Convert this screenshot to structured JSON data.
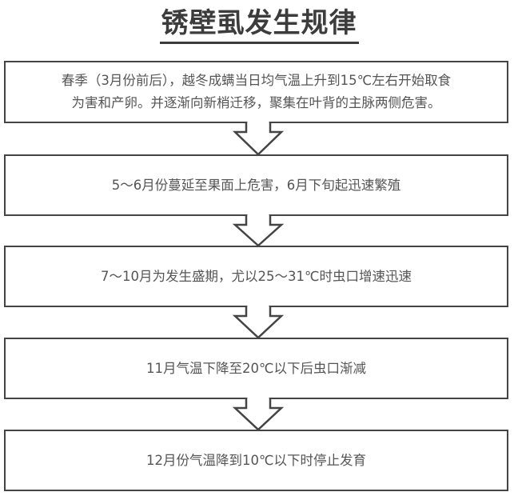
{
  "title": "锈壁虱发生规律",
  "colors": {
    "border": "#444444",
    "text": "#555555",
    "title": "#3c3c3c",
    "background": "#ffffff"
  },
  "steps": [
    {
      "text": "春季（3月份前后），越冬成螨当日均气温上升到15℃左右开始取食为害和产卵。并逐渐向新梢迁移，聚集在叶背的主脉两侧危害。",
      "line1": "春季（3月份前后），越冬成螨当日均气温上升到15℃左右开始取食",
      "line2": "为害和产卵。并逐渐向新梢迁移，聚集在叶背的主脉两侧危害。"
    },
    {
      "text": "5～6月份蔓延至果面上危害，6月下旬起迅速繁殖"
    },
    {
      "text": "7～10月为发生盛期，尤以25～31℃时虫口增速迅速"
    },
    {
      "text": "11月气温下降至20℃以下后虫口渐减"
    },
    {
      "text": "12月份气温降到10℃以下时停止发育"
    }
  ],
  "connectors": [
    {
      "from": 1,
      "to": 2,
      "icon": "down-arrow-icon"
    },
    {
      "from": 2,
      "to": 3,
      "icon": "down-arrow-icon"
    },
    {
      "from": 3,
      "to": 4,
      "icon": "down-arrow-icon"
    },
    {
      "from": 4,
      "to": 5,
      "icon": "down-arrow-icon"
    }
  ]
}
